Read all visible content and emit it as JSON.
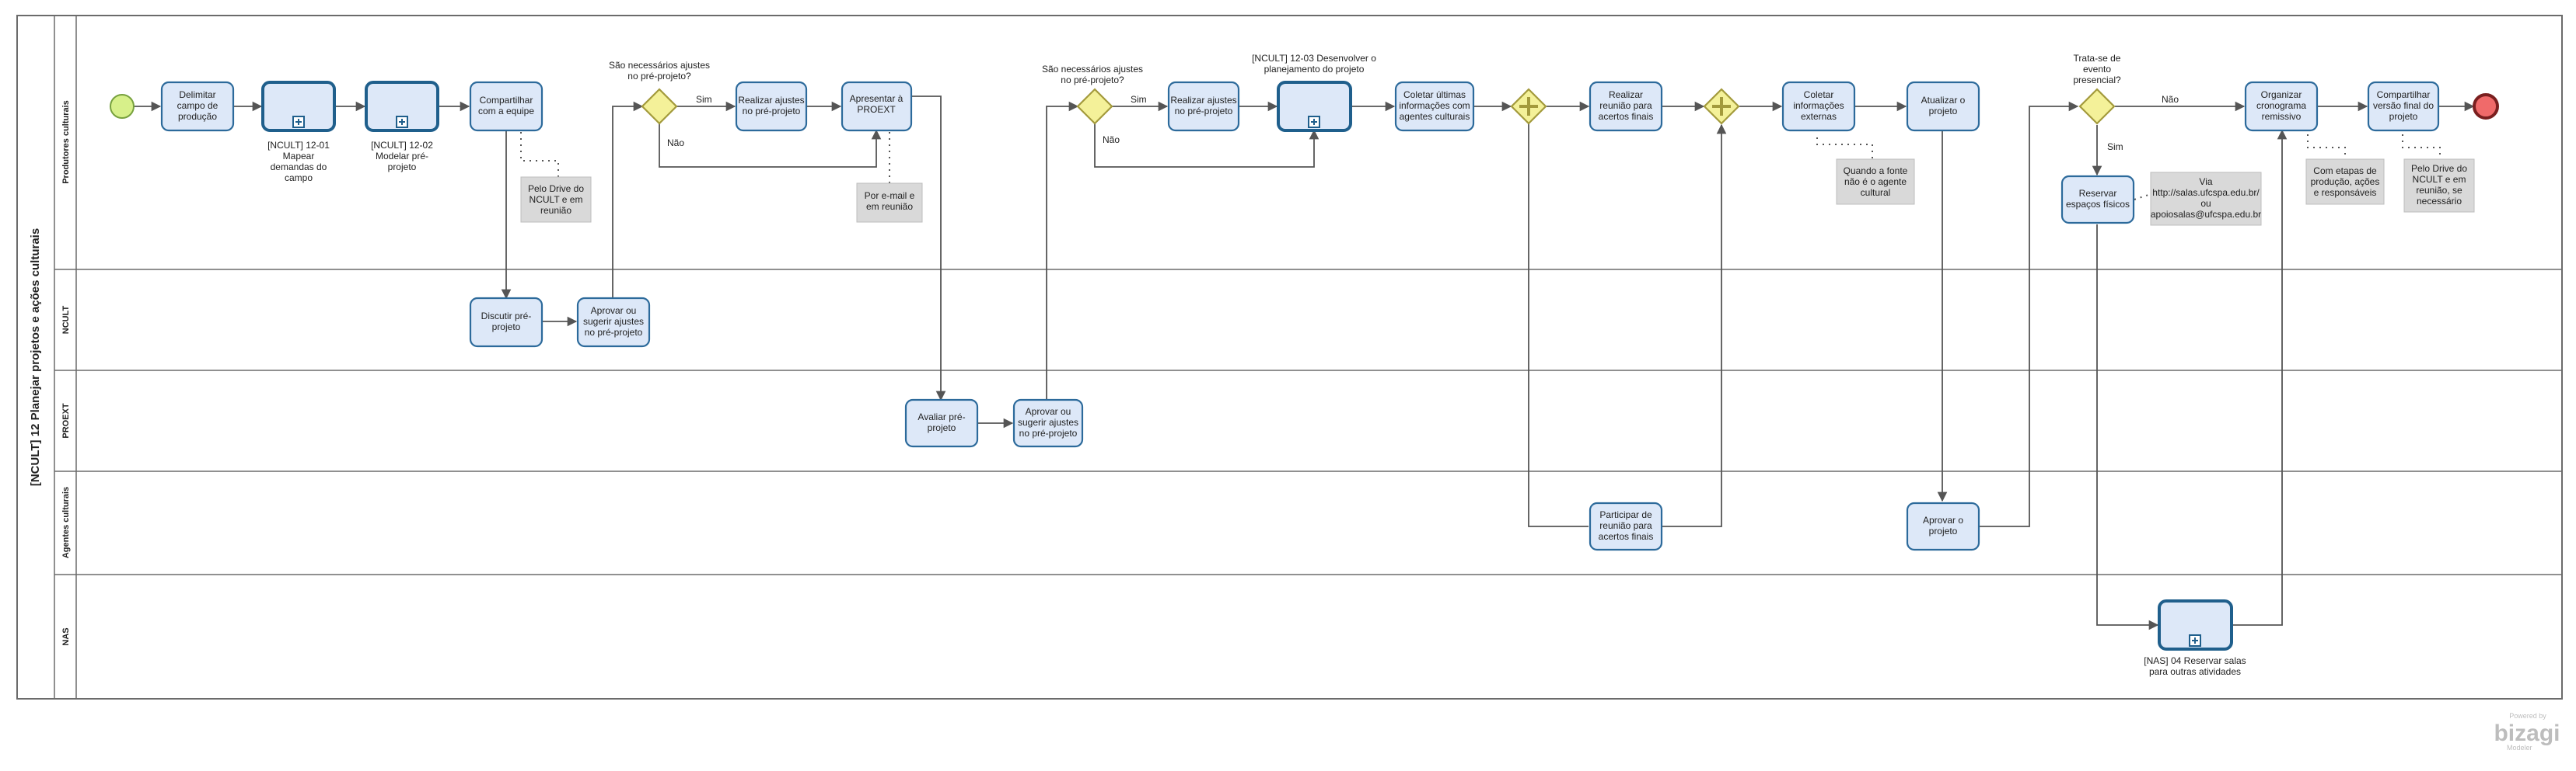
{
  "pool_title": "[NCULT] 12 Planejar projetos e ações culturais",
  "lanes": [
    "Produtores culturais",
    "NCULT",
    "PROEXT",
    "Agentes culturais",
    "NAS"
  ],
  "tasks": {
    "delimitar": [
      "Delimitar",
      "campo de",
      "produção"
    ],
    "compartilhar": [
      "Compartilhar",
      "com a equipe"
    ],
    "realizar1": [
      "Realizar ajustes",
      "no pré-projeto"
    ],
    "apresentar": [
      "Apresentar à",
      "PROEXT"
    ],
    "realizar2": [
      "Realizar ajustes",
      "no pré-projeto"
    ],
    "coletar_ultimas": [
      "Coletar últimas",
      "informações com",
      "agentes culturais"
    ],
    "realizar_reuniao": [
      "Realizar",
      "reunião para",
      "acertos finais"
    ],
    "coletar_externas": [
      "Coletar",
      "informações",
      "externas"
    ],
    "atualizar": [
      "Atualizar o",
      "projeto"
    ],
    "organizar": [
      "Organizar",
      "cronograma",
      "remissivo"
    ],
    "compartilhar_final": [
      "Compartilhar",
      "versão final do",
      "projeto"
    ],
    "reservar": [
      "Reservar",
      "espaços físicos"
    ],
    "discutir": [
      "Discutir pré-",
      "projeto"
    ],
    "aprovar_ncult": [
      "Aprovar ou",
      "sugerir ajustes",
      "no pré-projeto"
    ],
    "avaliar": [
      "Avaliar pré-",
      "projeto"
    ],
    "aprovar_proext": [
      "Aprovar ou",
      "sugerir ajustes",
      "no pré-projeto"
    ],
    "participar": [
      "Participar de",
      "reunião para",
      "acertos finais"
    ],
    "aprovar_projeto": [
      "Aprovar o",
      "projeto"
    ]
  },
  "subprocesses": {
    "mapear": [
      "[NCULT] 12-01",
      "Mapear",
      "demandas do",
      "campo"
    ],
    "modelar": [
      "[NCULT] 12-02",
      "Modelar pré-",
      "projeto"
    ],
    "desenvolver": [
      "[NCULT] 12-03 Desenvolver o",
      "planejamento do projeto"
    ],
    "nas04": [
      "[NAS] 04 Reservar salas",
      "para outras atividades"
    ]
  },
  "gateways": {
    "g1": [
      "São necessários ajustes",
      "no pré-projeto?"
    ],
    "g2": [
      "São necessários ajustes",
      "no pré-projeto?"
    ],
    "g3": [
      "Trata-se de",
      "evento",
      "presencial?"
    ]
  },
  "flow_labels": {
    "sim": "Sim",
    "nao": "Não"
  },
  "annotations": {
    "a1": [
      "Pelo Drive do",
      "NCULT e em",
      "reunião"
    ],
    "a2": [
      "Por e-mail e",
      "em reunião"
    ],
    "a3": [
      "Quando a fonte",
      "não é o agente",
      "cultural"
    ],
    "a4": [
      "Via",
      "http://salas.ufcspa.edu.br/",
      "ou",
      "apoiosalas@ufcspa.edu.br"
    ],
    "a5": [
      "Com etapas de",
      "produção, ações",
      "e responsáveis"
    ],
    "a6": [
      "Pelo Drive do",
      "NCULT e em",
      "reunião, se",
      "necessário"
    ]
  },
  "logo": {
    "powered": "Powered by",
    "name": "bizagi",
    "sub": "Modeler"
  },
  "colors": {
    "task_fill": "#dde8f8",
    "task_stroke": "#2c6a9b",
    "gateway_fill": "#f4f199",
    "start_fill": "#d7f08a",
    "end_fill": "#f06a6a",
    "annotation_fill": "#d9d9d9"
  }
}
